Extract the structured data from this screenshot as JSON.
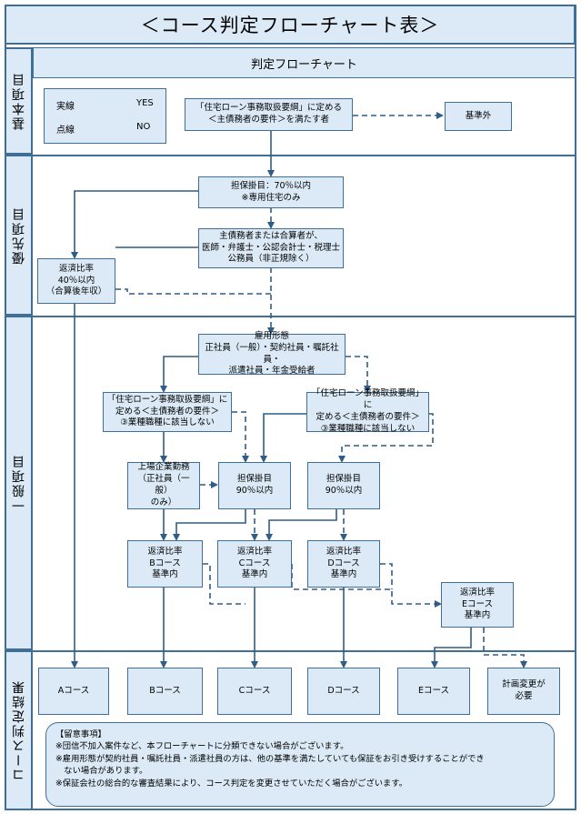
{
  "title": "＜コース判定フローチャート表＞",
  "flow_header": "判定フローチャート",
  "sections": {
    "basic": "基本項目",
    "priority": "優先項目",
    "general": "一般項目",
    "result": "コース判定結果"
  },
  "legend": {
    "solid_label": "実線",
    "solid_meaning": "YES",
    "dashed_label": "点線",
    "dashed_meaning": "NO"
  },
  "nodes": {
    "main_req": "「住宅ローン事務取扱要綱」に定める\n＜主債務者の要件＞を満たす者",
    "out_of_criteria": "基準外",
    "ltv70": "担保掛目：70％以内\n※専用住宅のみ",
    "profession": "主債務者または合算者が、\n医師・弁護士・公認会計士・税理士\n公務員（非正規除く）",
    "repay40": "返済比率\n40％以内\n（合算後年収）",
    "employment": "雇用形態\n正社員（一般）・契約社員・嘱託社員・\n派遣社員・年金受給者",
    "req_left": "「住宅ローン事務取扱要綱」に\n定める＜主債務者の要件＞\n③業種職種に該当しない",
    "req_right": "「住宅ローン事務取扱要綱」に\n定める＜主債務者の要件＞\n③業種職種に該当しない",
    "listed": "上場企業勤務\n（正社員（一般）\nのみ）",
    "ltv90_a": "担保掛目\n90％以内",
    "ltv90_b": "担保掛目\n90％以内",
    "repay_b": "返済比率\nBコース\n基準内",
    "repay_c": "返済比率\nCコース\n基準内",
    "repay_d": "返済比率\nDコース\n基準内",
    "repay_e": "返済比率\nEコース\n基準内"
  },
  "results": {
    "a": "Aコース",
    "b": "Bコース",
    "c": "Cコース",
    "d": "Dコース",
    "e": "Eコース",
    "review": "計画変更が\n必要"
  },
  "notes": {
    "heading": "【留意事項】",
    "line1": "※団信不加入案件など、本フローチャートに分類できない場合がございます。",
    "line2": "※雇用形態が契約社員・嘱託社員・派遣社員の方は、他の基準を満たしていても保証をお引き受けすることができ\n　ない場合があります。",
    "line3": "※保証会社の総合的な審査結果により、コース判定を変更させていただく場合がございます。"
  },
  "colors": {
    "frame": "#3f6f96",
    "fill": "#dbeaf6",
    "line": "#2f5d86"
  }
}
